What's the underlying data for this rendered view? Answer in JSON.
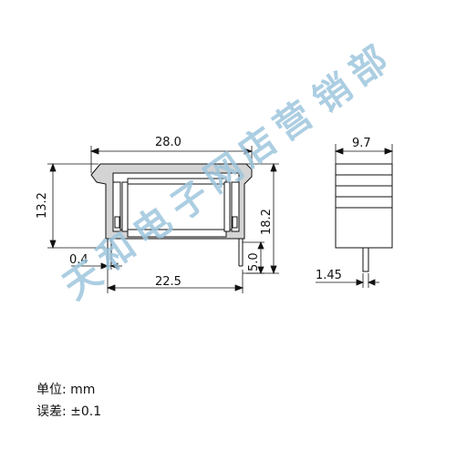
{
  "drawing": {
    "dimensions": {
      "width_top": "28.0",
      "height_left": "13.2",
      "height_right": "18.2",
      "pin_offset": "0.4",
      "pin_span": "22.5",
      "pin_length": "5.0",
      "side_width": "9.7",
      "side_pin": "1.45"
    },
    "units_label": "单位: mm",
    "tolerance_label": "误差: ±0.1"
  },
  "watermark": {
    "chars": [
      "天",
      "和",
      "电",
      "子",
      "网",
      "店",
      "营",
      "销",
      "部"
    ],
    "color": "#9ec6dd"
  },
  "colors": {
    "line": "#111111",
    "body_fill": "#d0d0d0"
  }
}
